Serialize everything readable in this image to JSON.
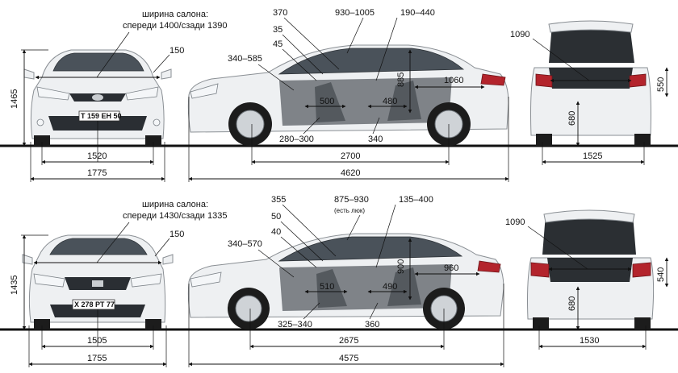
{
  "cars": [
    {
      "id": "top",
      "front": {
        "height": "1465",
        "cabin_width_label": "ширина салона:",
        "cabin_width_values": "спереди 1400/сзади 1390",
        "mirror_offset": "150",
        "track": "1520",
        "width": "1775",
        "plate": "Т 159 ЕН 50"
      },
      "side": {
        "dim_370": "370",
        "dim_35": "35",
        "dim_45": "45",
        "dim_340_585": "340–585",
        "dim_930_1005": "930–1005",
        "dim_190_440": "190–440",
        "dim_885": "885",
        "dim_1060": "1060",
        "dim_500": "500",
        "dim_480": "480",
        "dim_280_300": "280–300",
        "dim_340": "340",
        "wheelbase": "2700",
        "length": "4620"
      },
      "rear": {
        "trunk_width": "1090",
        "trunk_height": "550",
        "sill_height": "680",
        "track": "1525"
      }
    },
    {
      "id": "bottom",
      "front": {
        "height": "1435",
        "cabin_width_label": "ширина салона:",
        "cabin_width_values": "спереди 1430/сзади 1335",
        "mirror_offset": "150",
        "track": "1505",
        "width": "1755",
        "plate": "Х 278 РТ 77"
      },
      "side": {
        "dim_355": "355",
        "dim_50": "50",
        "dim_40": "40",
        "dim_340_570": "340–570",
        "dim_875_930": "875–930",
        "sunroof_note": "(есть люк)",
        "dim_135_400": "135–400",
        "dim_900": "900",
        "dim_960": "960",
        "dim_510": "510",
        "dim_490": "490",
        "dim_325_340": "325–340",
        "dim_360": "360",
        "wheelbase": "2675",
        "length": "4575"
      },
      "rear": {
        "trunk_width": "1090",
        "trunk_height": "540",
        "sill_height": "680",
        "track": "1530"
      }
    }
  ],
  "colors": {
    "body": "#eef0f2",
    "line": "#111111",
    "glass": "#4a525a",
    "taillight": "#b3242c"
  }
}
